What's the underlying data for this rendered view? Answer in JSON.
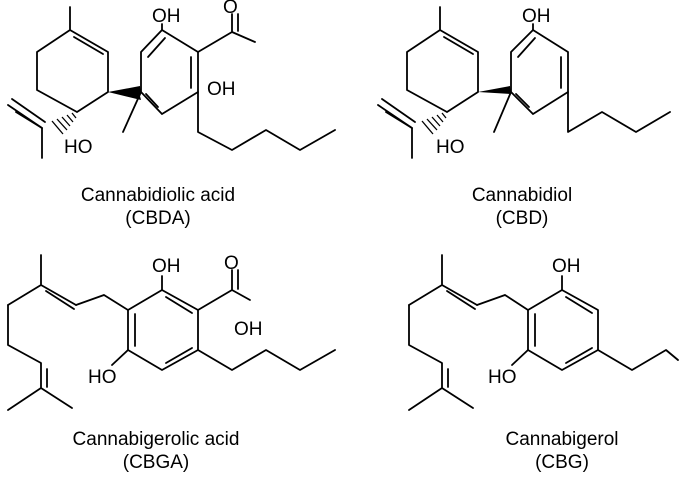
{
  "compounds": [
    {
      "name": "Cannabidiolic acid",
      "abbr": "(CBDA)",
      "labels": {
        "oh_top": "OH",
        "o_carbonyl": "O",
        "oh_acid": "OH",
        "ho_left": "HO"
      }
    },
    {
      "name": "Cannabidiol",
      "abbr": "(CBD)",
      "labels": {
        "oh_top": "OH",
        "ho_left": "HO"
      }
    },
    {
      "name": "Cannabigerolic acid",
      "abbr": "(CBGA)",
      "labels": {
        "oh_top": "OH",
        "o_carbonyl": "O",
        "oh_acid": "OH",
        "ho_left": "HO"
      }
    },
    {
      "name": "Cannabigerol",
      "abbr": "(CBG)",
      "labels": {
        "oh_top": "OH",
        "ho_left": "HO"
      }
    }
  ]
}
